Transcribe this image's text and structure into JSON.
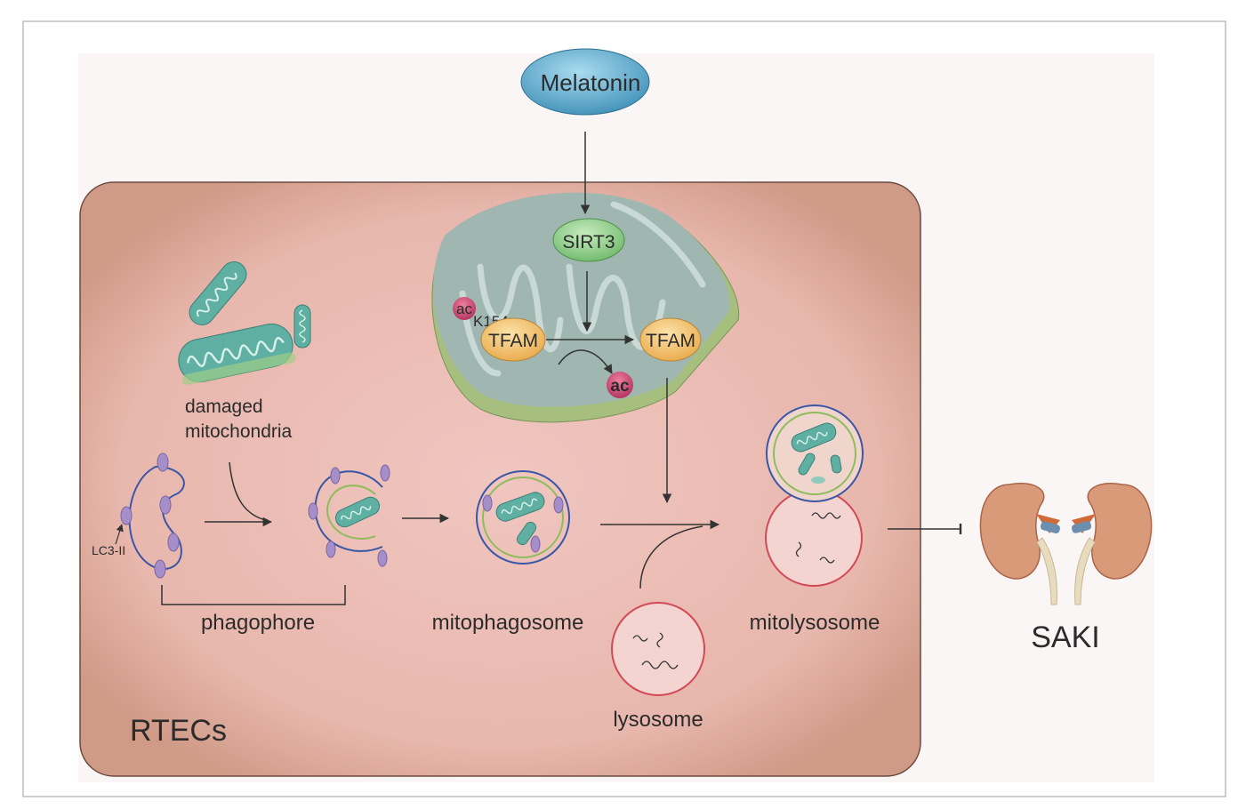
{
  "labels": {
    "melatonin": "Melatonin",
    "sirt3": "SIRT3",
    "ac_top": "ac",
    "k154": "K154",
    "tfam_left": "TFAM",
    "tfam_right": "TFAM",
    "ac_released": "ac",
    "damaged_line1": "damaged",
    "damaged_line2": "mitochondria",
    "lc3": "LC3-II",
    "phagophore": "phagophore",
    "mitophagosome": "mitophagosome",
    "lysosome": "lysosome",
    "mitolysosome": "mitolysosome",
    "rtecs": "RTECs",
    "saki": "SAKI"
  },
  "colors": {
    "cell_fill": "#d9a594",
    "cell_inner": "#efc3bd",
    "melatonin": "#5aa7c9",
    "sirt3": "#8fcf8a",
    "tfam": "#f2c26b",
    "acetyl": "#c8406a",
    "mito_outer": "#8fb7ae",
    "mito_crista": "#5aaf9f",
    "membrane_blue": "#3a57a6",
    "membrane_green": "#8fbc5a",
    "lysosome_red": "#d24a55",
    "lc3_purple": "#a68fc9",
    "kidney": "#d99a7a"
  }
}
